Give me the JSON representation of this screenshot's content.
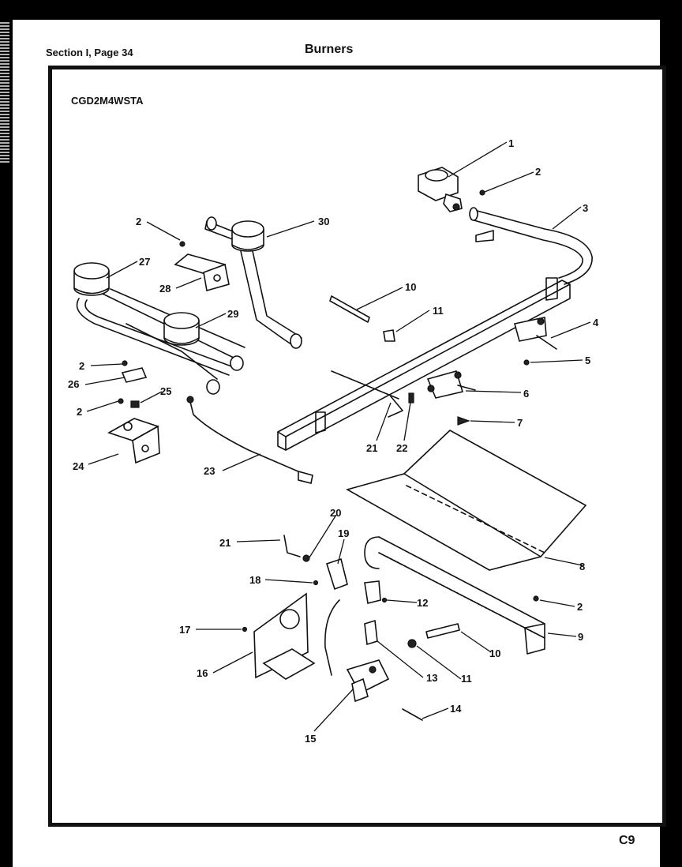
{
  "header": {
    "section": "Section I, Page 34",
    "title": "Burners"
  },
  "model": "CGD2M4WSTA",
  "page_code": "C9",
  "callouts": [
    {
      "id": "c1",
      "text": "1"
    },
    {
      "id": "c2a",
      "text": "2"
    },
    {
      "id": "c3",
      "text": "3"
    },
    {
      "id": "c2b",
      "text": "2"
    },
    {
      "id": "c30",
      "text": "30"
    },
    {
      "id": "c27",
      "text": "27"
    },
    {
      "id": "c28",
      "text": "28"
    },
    {
      "id": "c10a",
      "text": "10"
    },
    {
      "id": "c11a",
      "text": "11"
    },
    {
      "id": "c29",
      "text": "29"
    },
    {
      "id": "c4",
      "text": "4"
    },
    {
      "id": "c5",
      "text": "5"
    },
    {
      "id": "c2c",
      "text": "2"
    },
    {
      "id": "c26",
      "text": "26"
    },
    {
      "id": "c6",
      "text": "6"
    },
    {
      "id": "c2d",
      "text": "2"
    },
    {
      "id": "c25",
      "text": "25"
    },
    {
      "id": "c7",
      "text": "7"
    },
    {
      "id": "c21a",
      "text": "21"
    },
    {
      "id": "c22",
      "text": "22"
    },
    {
      "id": "c24",
      "text": "24"
    },
    {
      "id": "c23",
      "text": "23"
    },
    {
      "id": "c20",
      "text": "20"
    },
    {
      "id": "c21b",
      "text": "21"
    },
    {
      "id": "c19",
      "text": "19"
    },
    {
      "id": "c8",
      "text": "8"
    },
    {
      "id": "c18",
      "text": "18"
    },
    {
      "id": "c12",
      "text": "12"
    },
    {
      "id": "c2e",
      "text": "2"
    },
    {
      "id": "c17",
      "text": "17"
    },
    {
      "id": "c9",
      "text": "9"
    },
    {
      "id": "c10b",
      "text": "10"
    },
    {
      "id": "c16",
      "text": "16"
    },
    {
      "id": "c13",
      "text": "13"
    },
    {
      "id": "c11b",
      "text": "11"
    },
    {
      "id": "c14",
      "text": "14"
    },
    {
      "id": "c15",
      "text": "15"
    }
  ]
}
